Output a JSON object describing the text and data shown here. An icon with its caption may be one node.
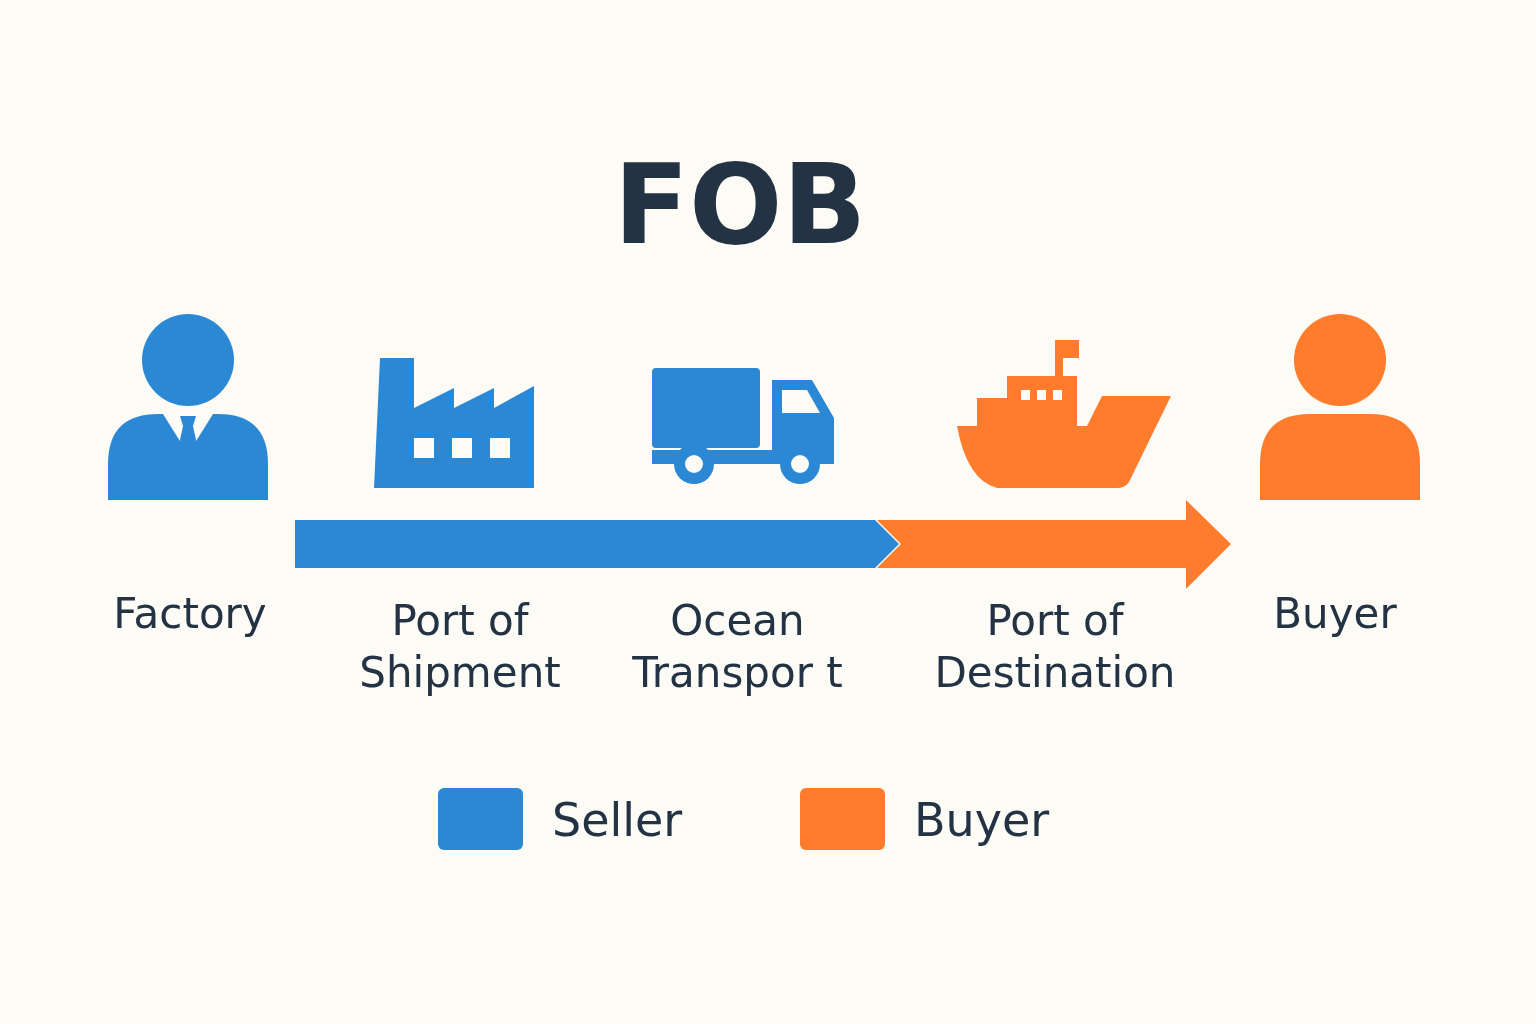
{
  "diagram": {
    "title": "FOB",
    "nodes": [
      {
        "text": [
          "Factory"
        ]
      },
      {
        "text": [
          "Port of Shipment"
        ]
      },
      {
        "text": [
          "Ocean Transpor t"
        ]
      },
      {
        "text": [
          "Port of Destination"
        ]
      },
      {
        "text": [
          "Buyer"
        ]
      }
    ],
    "legend": [
      {
        "text": "Seller",
        "color": "#2b88d4"
      },
      {
        "text": "Buyer",
        "color": "#fe7c2b"
      }
    ]
  }
}
